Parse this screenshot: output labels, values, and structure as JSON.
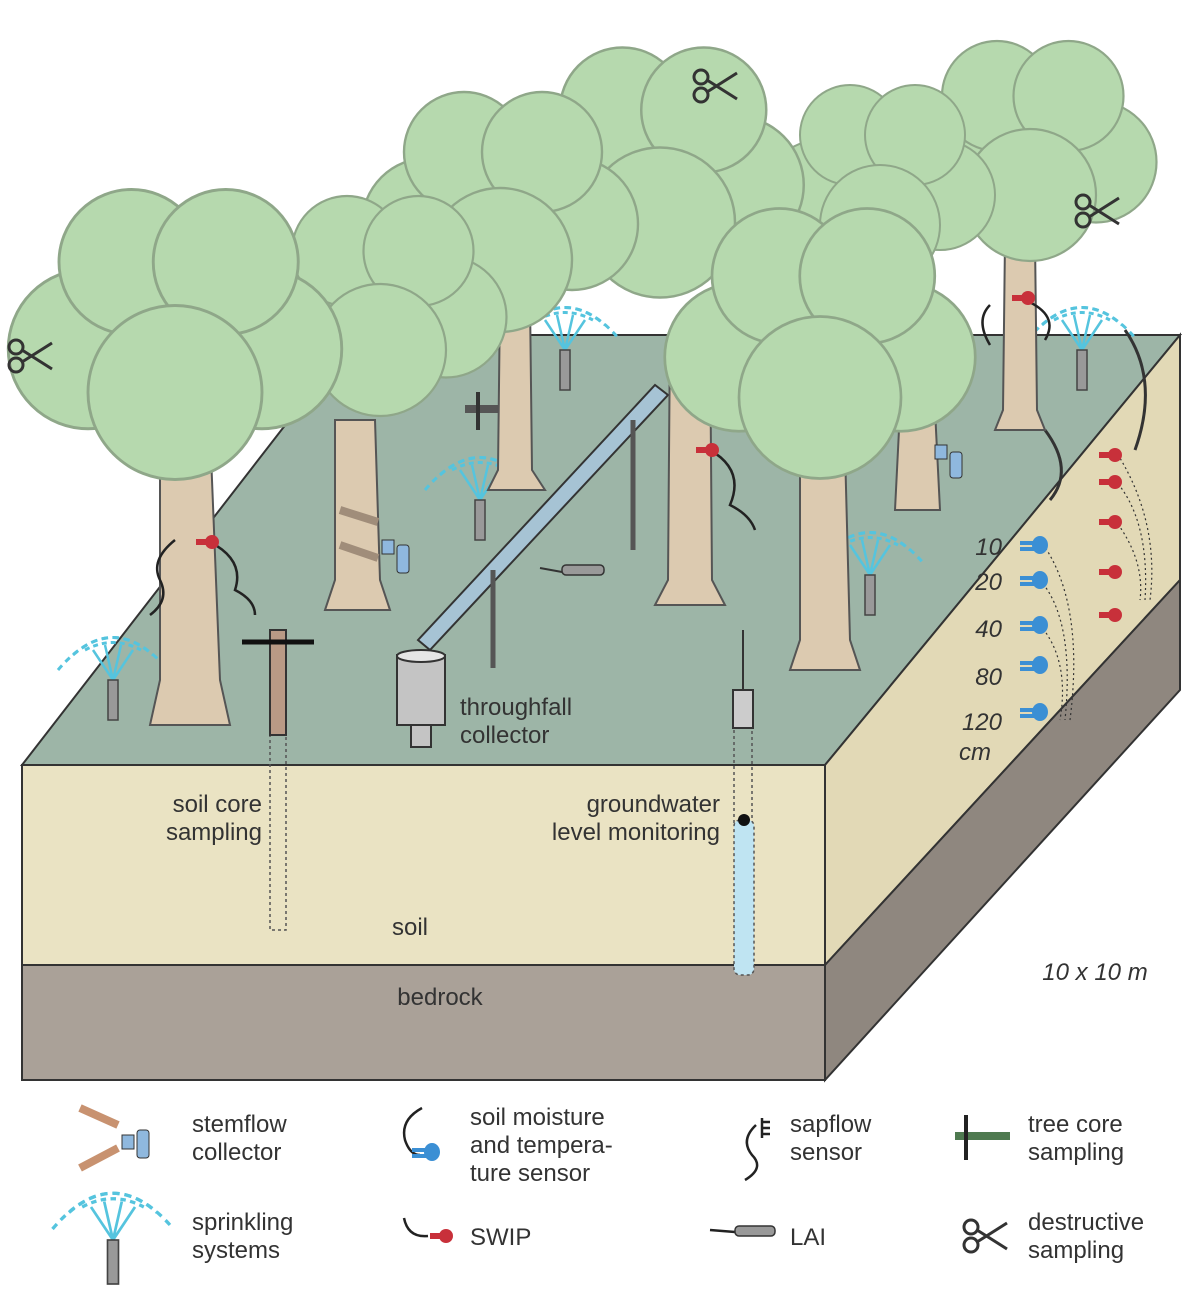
{
  "labels": {
    "throughfall_line1": "throughfall",
    "throughfall_line2": "collector",
    "soil_core_line1": "soil core",
    "soil_core_line2": "sampling",
    "groundwater_line1": "groundwater",
    "groundwater_line2": "level monitoring",
    "soil": "soil",
    "bedrock": "bedrock",
    "plot_size": "10 x 10 m",
    "depth_unit": "cm"
  },
  "depths": [
    "10",
    "20",
    "40",
    "80",
    "120"
  ],
  "legend": [
    {
      "icon": "stemflow-collector-icon",
      "lines": [
        "stemflow",
        "collector"
      ]
    },
    {
      "icon": "soil-moisture-sensor-icon",
      "lines": [
        "soil moisture",
        "and tempera-",
        "ture sensor"
      ]
    },
    {
      "icon": "sapflow-sensor-icon",
      "lines": [
        "sapflow",
        "sensor"
      ]
    },
    {
      "icon": "tree-core-icon",
      "lines": [
        "tree core",
        "sampling"
      ]
    },
    {
      "icon": "sprinkler-icon",
      "lines": [
        "sprinkling",
        "systems"
      ]
    },
    {
      "icon": "swip-icon",
      "lines": [
        "SWIP"
      ]
    },
    {
      "icon": "lai-icon",
      "lines": [
        "LAI"
      ]
    },
    {
      "icon": "scissors-icon",
      "lines": [
        "destructive",
        "sampling"
      ]
    }
  ],
  "colors": {
    "ground": "#9db5a7",
    "soil": "#eae3c3",
    "bedrock": "#aaa198",
    "trunk": "#dccab0",
    "canopy": "#b6d9ae",
    "water": "#55c4de",
    "sensor_blue": "#3b8fd4",
    "swip_red": "#c8303a"
  }
}
